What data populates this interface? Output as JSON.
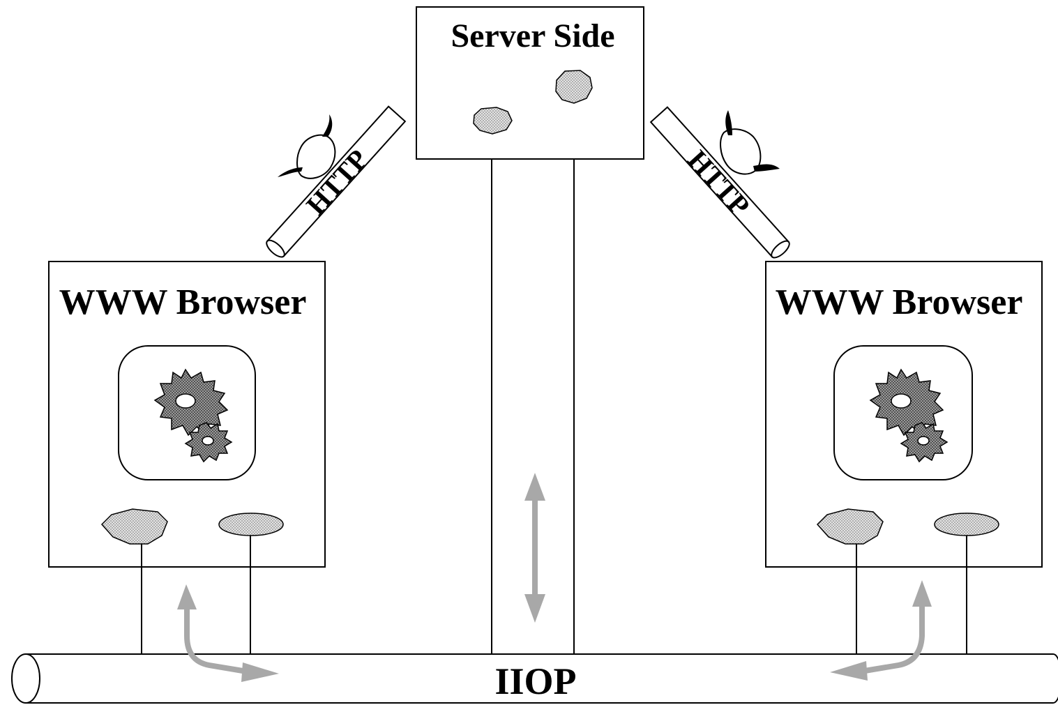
{
  "server": {
    "title": "Server Side"
  },
  "browsers": [
    {
      "title": "WWW Browser"
    },
    {
      "title": "WWW Browser"
    }
  ],
  "links": {
    "http_left": "HTTP",
    "http_right": "HTTP",
    "bus": "IIOP"
  },
  "colors": {
    "arrow": "#a8a8a8",
    "stroke": "#000000",
    "fill_dots": "#c8c8c8",
    "gear_dots": "#7a7a7a"
  }
}
